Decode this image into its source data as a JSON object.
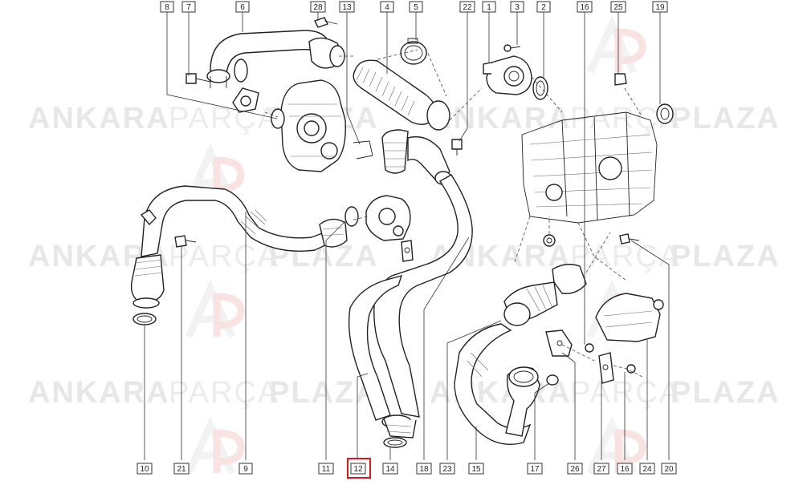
{
  "watermark": {
    "word1": "ANKARA",
    "word2": "PARÇA",
    "word3": "PLAZA",
    "logo_letters": "AP"
  },
  "callouts": [
    {
      "id": "c8",
      "label": "8"
    },
    {
      "id": "c7",
      "label": "7"
    },
    {
      "id": "c6",
      "label": "6"
    },
    {
      "id": "c28",
      "label": "28"
    },
    {
      "id": "c13",
      "label": "13"
    },
    {
      "id": "c4",
      "label": "4"
    },
    {
      "id": "c5",
      "label": "5"
    },
    {
      "id": "c22",
      "label": "22"
    },
    {
      "id": "c1",
      "label": "1"
    },
    {
      "id": "c3",
      "label": "3"
    },
    {
      "id": "c2",
      "label": "2"
    },
    {
      "id": "c16t",
      "label": "16"
    },
    {
      "id": "c25",
      "label": "25"
    },
    {
      "id": "c19",
      "label": "19"
    },
    {
      "id": "c10",
      "label": "10"
    },
    {
      "id": "c21",
      "label": "21"
    },
    {
      "id": "c9",
      "label": "9"
    },
    {
      "id": "c11",
      "label": "11"
    },
    {
      "id": "c12",
      "label": "12",
      "highlighted": true
    },
    {
      "id": "c14",
      "label": "14"
    },
    {
      "id": "c18",
      "label": "18"
    },
    {
      "id": "c23",
      "label": "23"
    },
    {
      "id": "c15",
      "label": "15"
    },
    {
      "id": "c17",
      "label": "17"
    },
    {
      "id": "c26",
      "label": "26"
    },
    {
      "id": "c27",
      "label": "27"
    },
    {
      "id": "c16b",
      "label": "16"
    },
    {
      "id": "c24",
      "label": "24"
    },
    {
      "id": "c20",
      "label": "20"
    }
  ],
  "colors": {
    "highlight": "#d31b1b",
    "line": "#222222",
    "watermark": "#e7e7e7"
  }
}
